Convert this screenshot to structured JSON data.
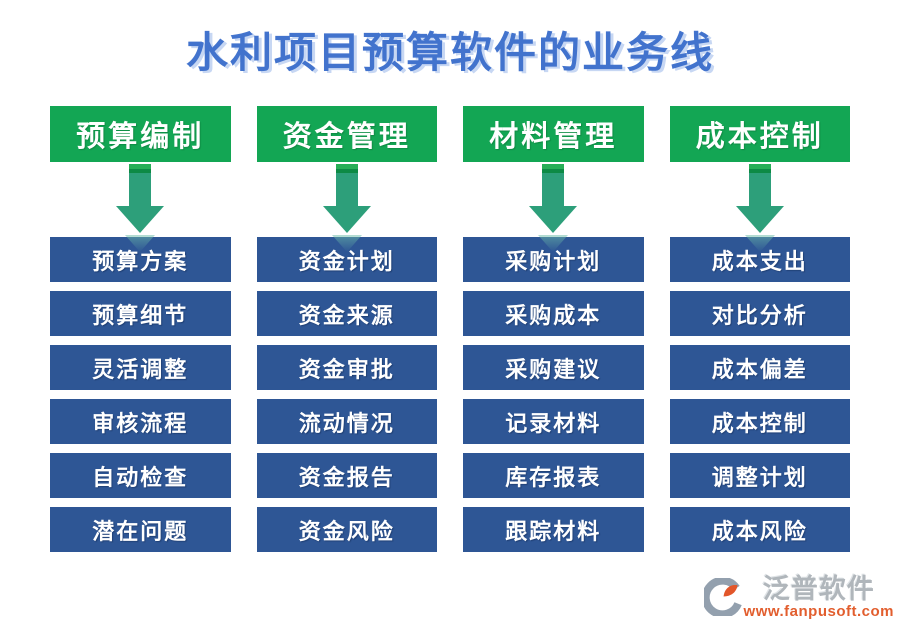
{
  "title": "水利项目预算软件的业务线",
  "columns": [
    {
      "header": "预算编制",
      "items": [
        "预算方案",
        "预算细节",
        "灵活调整",
        "审核流程",
        "自动检查",
        "潜在问题"
      ]
    },
    {
      "header": "资金管理",
      "items": [
        "资金计划",
        "资金来源",
        "资金审批",
        "流动情况",
        "资金报告",
        "资金风险"
      ]
    },
    {
      "header": "材料管理",
      "items": [
        "采购计划",
        "采购成本",
        "采购建议",
        "记录材料",
        "库存报表",
        "跟踪材料"
      ]
    },
    {
      "header": "成本控制",
      "items": [
        "成本支出",
        "对比分析",
        "成本偏差",
        "成本控制",
        "调整计划",
        "成本风险"
      ]
    }
  ],
  "watermark": {
    "brand": "泛普软件",
    "url": "www.fanpusoft.com"
  },
  "icons": {
    "flow_arrow": "arrow-down-icon",
    "brand_logo": "fanpu-logo-icon"
  },
  "colors": {
    "title_text": "#4273cd",
    "header_bg": "#13a654",
    "item_bg": "#2e5695",
    "arrow_body": "#2d9f7a",
    "arrow_stripe_bright": "#27ae57",
    "arrow_stripe_dark": "#0d8a45",
    "watermark_brand": "#b0b6bb",
    "watermark_url": "#e25e2e",
    "text_on_fill": "#ffffff",
    "background": "#ffffff"
  }
}
